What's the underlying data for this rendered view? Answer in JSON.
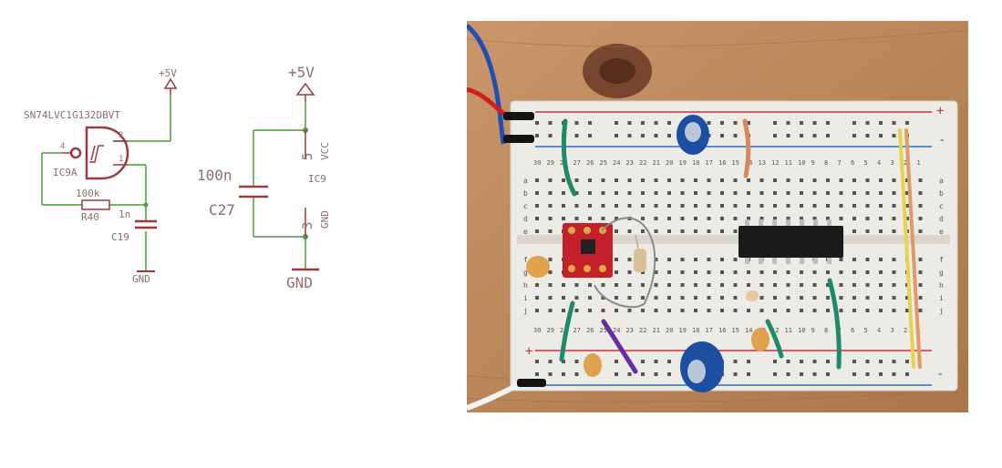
{
  "schematic": {
    "power_label_small": "+5V",
    "chip_name": "SN74LVC1G132DBVT",
    "gate_ref": "IC9A",
    "pin_a": "4",
    "pin_b": "2",
    "pin_c": "1",
    "resistor_value": "100k",
    "resistor_ref": "R40",
    "cap_value_small": "1n",
    "cap_ref_small": "C19",
    "gnd_small": "GND",
    "power_label_large": "+5V",
    "cap_value_large": "100n",
    "cap_ref_large": "C27",
    "vcc_pin": "5",
    "vcc_label": "VCC",
    "gnd_pin": "3",
    "gnd_label": "GND",
    "power_ref": "IC9",
    "gnd_large": "GND"
  },
  "photo": {
    "plus_sign": "+",
    "minus_sign": "-",
    "row_letters_top": [
      "a",
      "b",
      "c",
      "d",
      "e"
    ],
    "row_letters_bottom": [
      "f",
      "g",
      "h",
      "i",
      "j"
    ],
    "column_numbers": [
      "30",
      "29",
      "28",
      "27",
      "26",
      "25",
      "24",
      "23",
      "22",
      "21",
      "20",
      "19",
      "18",
      "17",
      "16",
      "15",
      "14",
      "13",
      "12",
      "11",
      "10",
      "9",
      "8",
      "7",
      "6",
      "5",
      "4",
      "3",
      "2",
      "1"
    ]
  },
  "colors": {
    "schematic_line": "#9e3a3a",
    "wire": "#4a9a3a",
    "text": "#8b6e6e",
    "wood": "#b8875a",
    "breadboard": "#ecebe6",
    "rail_red": "#c8323c",
    "rail_blue": "#2a6fc1",
    "jumper_green": "#1f8a6a",
    "pcb_red": "#c4202a"
  }
}
